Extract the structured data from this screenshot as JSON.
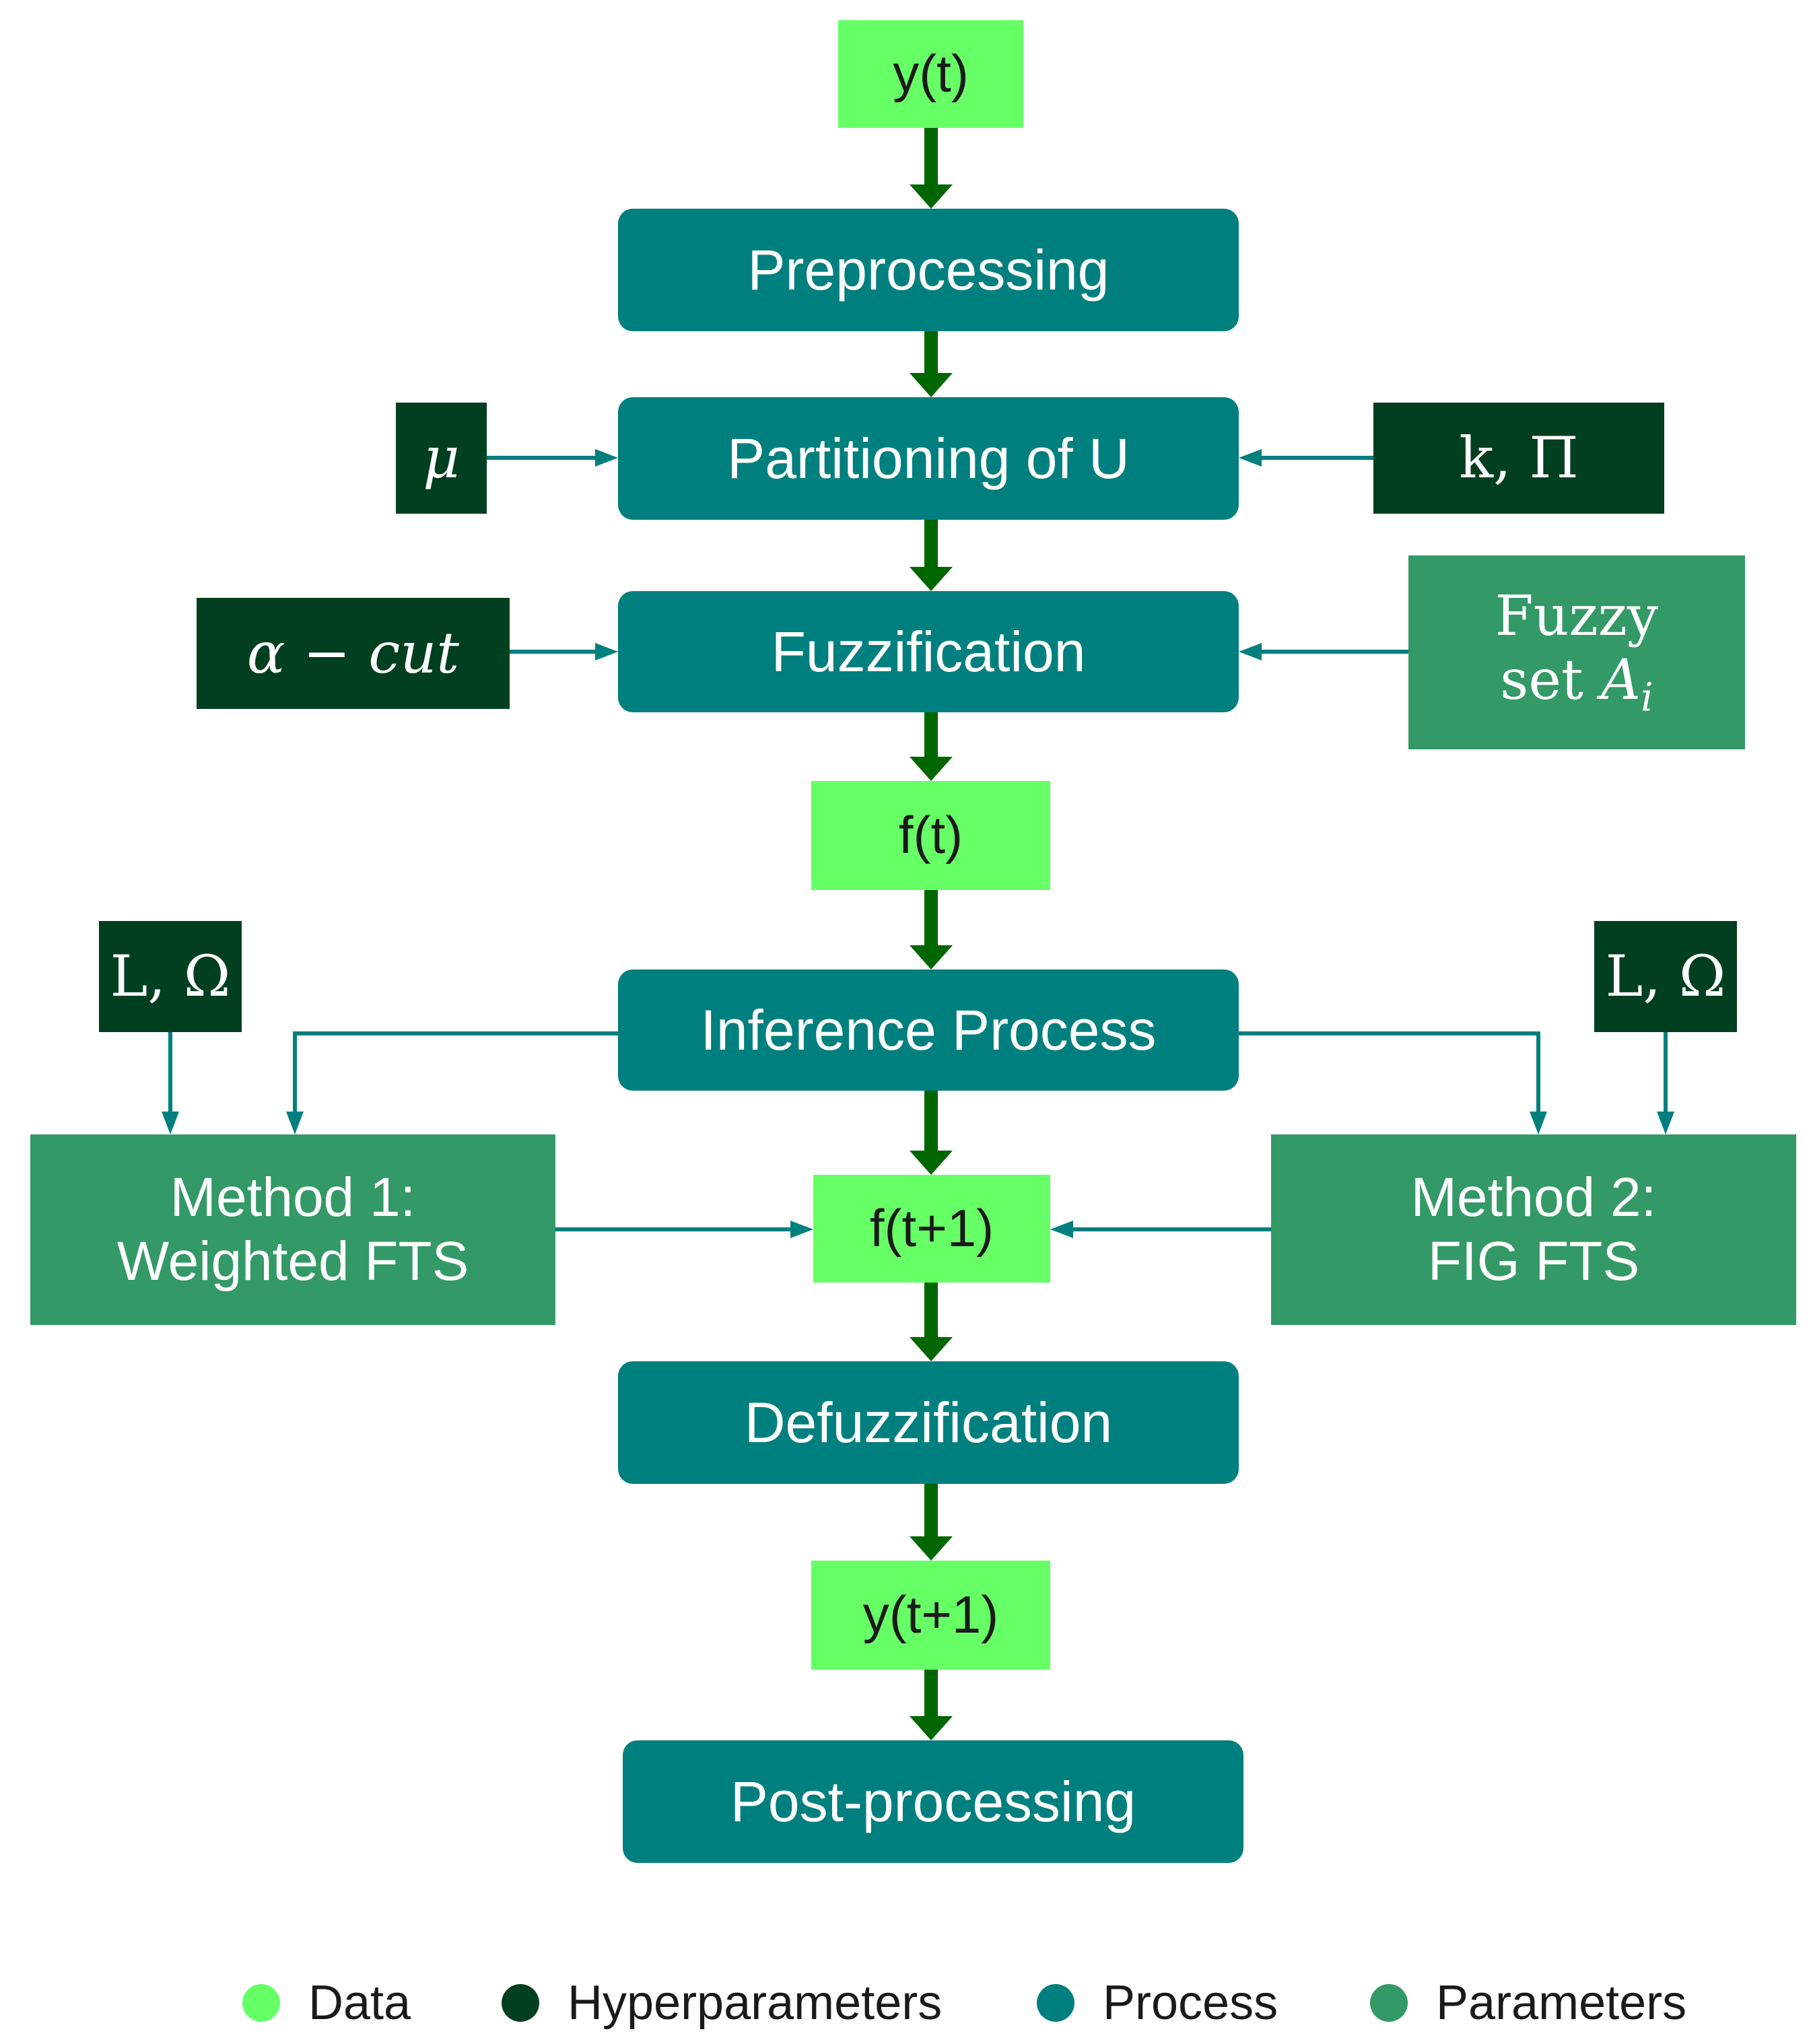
{
  "colors": {
    "data": "#66ff66",
    "hyperparameters": "#003f1f",
    "process": "#007f7f",
    "parameters": "#339966",
    "main_flow_arrow": "#006600",
    "side_arrow": "#007f7f"
  },
  "nodes": {
    "y_t": "y(t)",
    "preprocessing": "Preprocessing",
    "partitioning": "Partitioning of U",
    "mu": "μ",
    "k_pi": "k, Π",
    "fuzzification": "Fuzzification",
    "alpha_cut": "α − cut",
    "fuzzy_set_line1": "Fuzzy",
    "fuzzy_set_line2": "set ",
    "fuzzy_set_symbol": "A",
    "fuzzy_set_subscript": "i",
    "f_t": "f(t)",
    "inference": "Inference Process",
    "l_omega_left": "L, Ω",
    "l_omega_right": "L, Ω",
    "method1_line1": "Method 1:",
    "method1_line2": "Weighted FTS",
    "method2_line1": "Method 2:",
    "method2_line2": "FIG FTS",
    "f_t1": "f(t+1)",
    "defuzzification": "Defuzzification",
    "y_t1": "y(t+1)",
    "postprocessing": "Post-processing"
  },
  "legend": {
    "data": "Data",
    "hyperparameters": "Hyperparameters",
    "process": "Process",
    "parameters": "Parameters"
  }
}
